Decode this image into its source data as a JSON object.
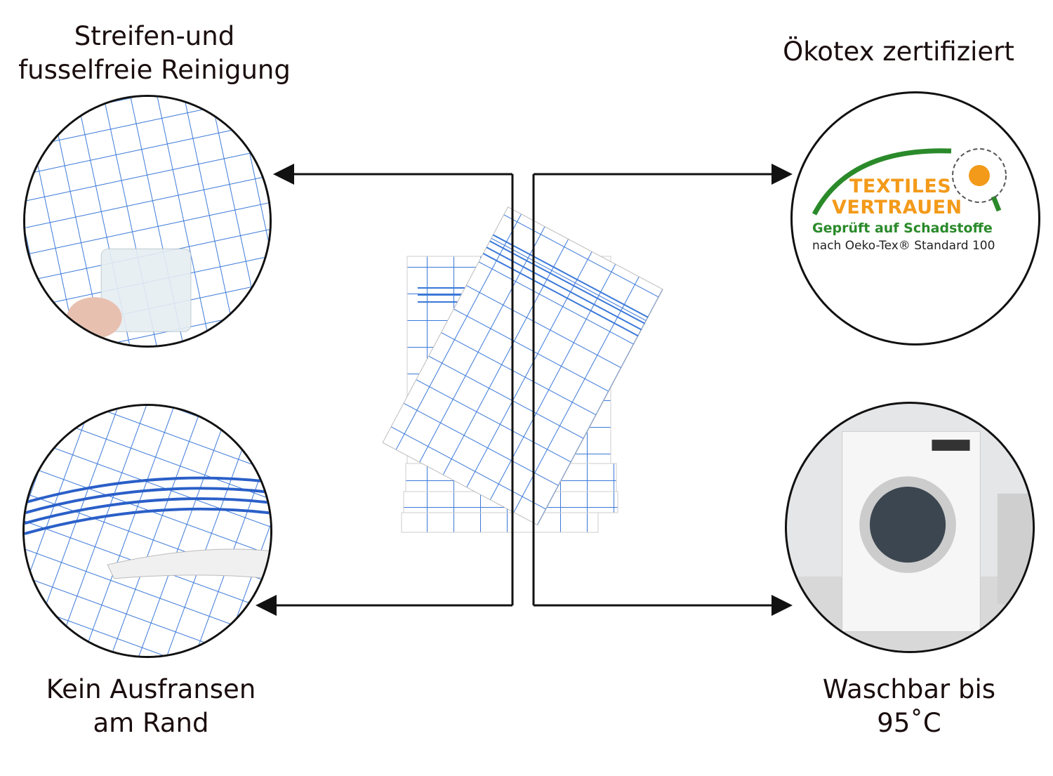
{
  "features": {
    "top_left": {
      "line1": "Streifen-und",
      "line2": "fusselfreie Reinigung"
    },
    "bottom_left": {
      "line1": "Kein Ausfransen",
      "line2": "am Rand"
    },
    "top_right": {
      "line1": "Ökotex zertifiziert"
    },
    "bottom_right": {
      "line1": "Waschbar bis",
      "line2": "95˚C"
    }
  },
  "logo": {
    "line1": "TEXTILES",
    "line2": "VERTRAUEN",
    "line3": "Geprüft auf Schadstoffe",
    "line4": "nach Oeko-Tex® Standard 100"
  },
  "colors": {
    "check_blue": "#2a6ad0",
    "logo_orange": "#f39a1a",
    "logo_green": "#2a8a2a"
  }
}
